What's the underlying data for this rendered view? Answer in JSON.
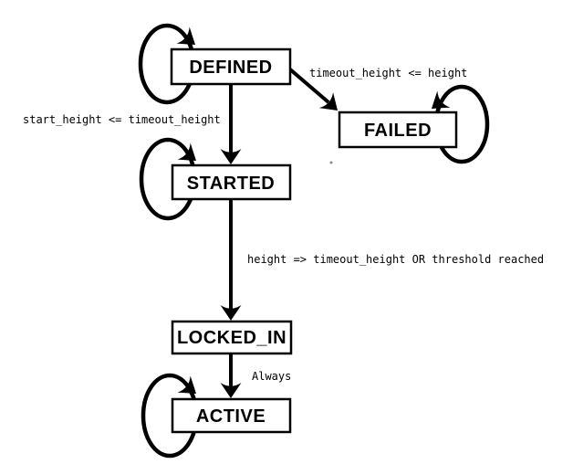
{
  "diagram": {
    "type": "state-machine",
    "background_color": "#ffffff",
    "stroke_color": "#000000",
    "node_fill_color": "#ffffff",
    "nodes": {
      "defined": {
        "label": "DEFINED",
        "self_loop": true
      },
      "failed": {
        "label": "FAILED",
        "self_loop": true
      },
      "started": {
        "label": "STARTED",
        "self_loop": true
      },
      "locked_in": {
        "label": "LOCKED_IN",
        "self_loop": false
      },
      "active": {
        "label": "ACTIVE",
        "self_loop": true
      }
    },
    "edges": {
      "defined_failed": {
        "from": "DEFINED",
        "to": "FAILED",
        "label": "timeout_height <= height"
      },
      "defined_started": {
        "from": "DEFINED",
        "to": "STARTED",
        "label": "start_height <= timeout_height"
      },
      "started_locked_in": {
        "from": "STARTED",
        "to": "LOCKED_IN",
        "label": "height => timeout_height OR threshold reached"
      },
      "locked_in_active": {
        "from": "LOCKED_IN",
        "to": "ACTIVE",
        "label": "Always"
      }
    }
  }
}
